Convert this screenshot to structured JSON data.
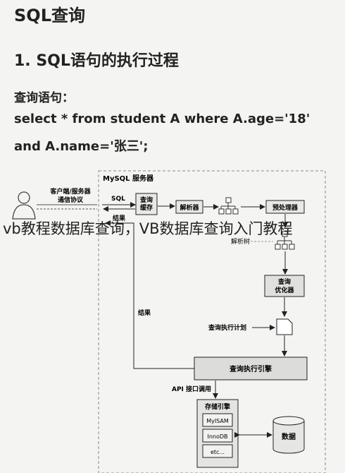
{
  "heading": "SQL查询",
  "section": "1. SQL语句的执行过程",
  "query_label": "查询语句：",
  "query_line1": "select * from student A where A.age='18'",
  "query_line2": "and A.name='张三';",
  "diagram": {
    "server": "MySQL 服务器",
    "client": "客户端/服务器\n通信协议",
    "sql": "SQL",
    "result_top": "结果",
    "cache": "查询\n缓存",
    "parser": "解析器",
    "preprocessor": "预处理器",
    "parse_tree": "解析树",
    "optimizer": "查询\n优化器",
    "plan": "查询执行计划",
    "result": "结果",
    "engine": "查询执行引擎",
    "api": "API 接口调用",
    "storage": "存储引擎",
    "myisam": "MyISAM",
    "innodb": "InnoDB",
    "etc": "etc...",
    "data": "数据"
  },
  "overlay_text": "vb教程数据库查询，VB数据库查询入门教程"
}
